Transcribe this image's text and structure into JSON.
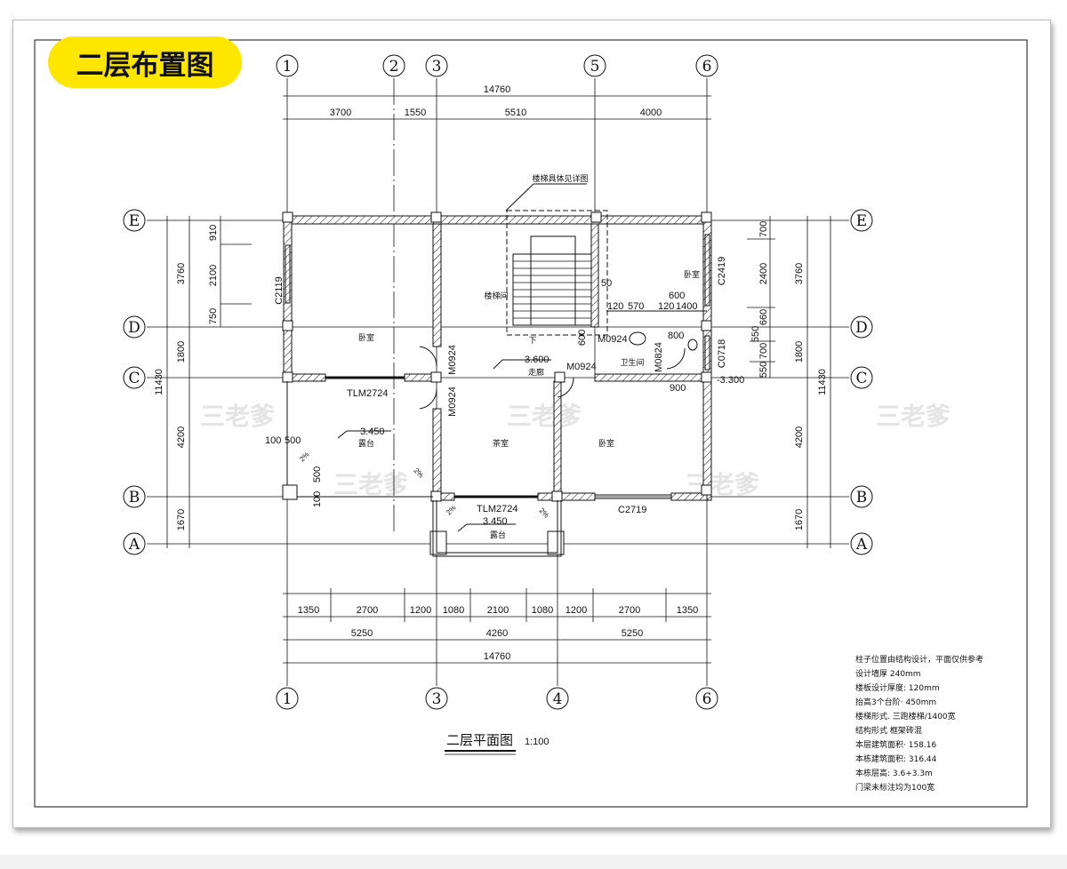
{
  "badge": "二层布置图",
  "axes": {
    "x": [
      "1",
      "2",
      "3",
      "5",
      "6"
    ],
    "x_bottom": [
      "1",
      "3",
      "4",
      "6"
    ],
    "y": [
      "E",
      "D",
      "C",
      "B",
      "A"
    ]
  },
  "dims_top": {
    "total": "14760",
    "segments": [
      "3700",
      "1550",
      "5510",
      "4000"
    ]
  },
  "dims_bottom": {
    "segments": [
      "1350",
      "2700",
      "1200",
      "1080",
      "2100",
      "1080",
      "1200",
      "2700",
      "1350"
    ],
    "mid": [
      "5250",
      "4260",
      "5250"
    ],
    "total": "14760"
  },
  "dims_left": {
    "outer": [
      "3760",
      "1800",
      "4200",
      "1670"
    ],
    "total": "11430",
    "window": [
      "910",
      "2100",
      "750"
    ]
  },
  "dims_right": {
    "outer": [
      "3760",
      "1800",
      "4200",
      "1670"
    ],
    "total": "11430",
    "window": [
      "700",
      "2400",
      "660",
      "550",
      "700",
      "550"
    ]
  },
  "rooms": {
    "bedroom": "卧室",
    "stair": "楼梯间",
    "corridor": "走廊",
    "bath": "卫生间",
    "tea": "茶室",
    "terrace": "露台",
    "down": "下"
  },
  "levels": {
    "corridor": "3.600",
    "terrace_left": "3.450",
    "terrace_bottom": "3.450",
    "right": "-3.300"
  },
  "labels": {
    "stair_note": "楼梯具体见详图",
    "c2119": "C2119",
    "c2419": "C2419",
    "c0718": "C0718",
    "c2719": "C2719",
    "tlm_left": "TLM2724",
    "tlm_bottom": "TLM2724",
    "m0924_a": "M0924",
    "m0924_b": "M0924",
    "m0924_c": "M0924",
    "m0924_d": "M0924",
    "m0824": "M0824",
    "d50": "50",
    "d600": "600",
    "d120a": "120",
    "d570": "570",
    "d120b": "120",
    "d1400": "1400",
    "d600v": "600",
    "d800": "800",
    "d900": "900",
    "d100": "100",
    "d500": "500",
    "d500v": "500",
    "d100v": "100",
    "slope": "2%"
  },
  "drawing_title": "二层平面图",
  "scale": "1:100",
  "notes": [
    "柱子位置由结构设计，平面仅供参考",
    "设计墙厚  240mm",
    "楼板设计厚度: 120mm",
    "抬高3个台阶· 450mm",
    "楼梯形式. 三跑楼梯/1400宽",
    "结构形式  框架砖混",
    "本层建筑面积· 158.16",
    "本栋建筑面积: 316.44",
    "本栋层高: 3.6+3.3m",
    "门梁未标注均为100宽"
  ],
  "watermark": "三老爹",
  "colors": {
    "badge": "#ffe600",
    "line": "#111111"
  }
}
